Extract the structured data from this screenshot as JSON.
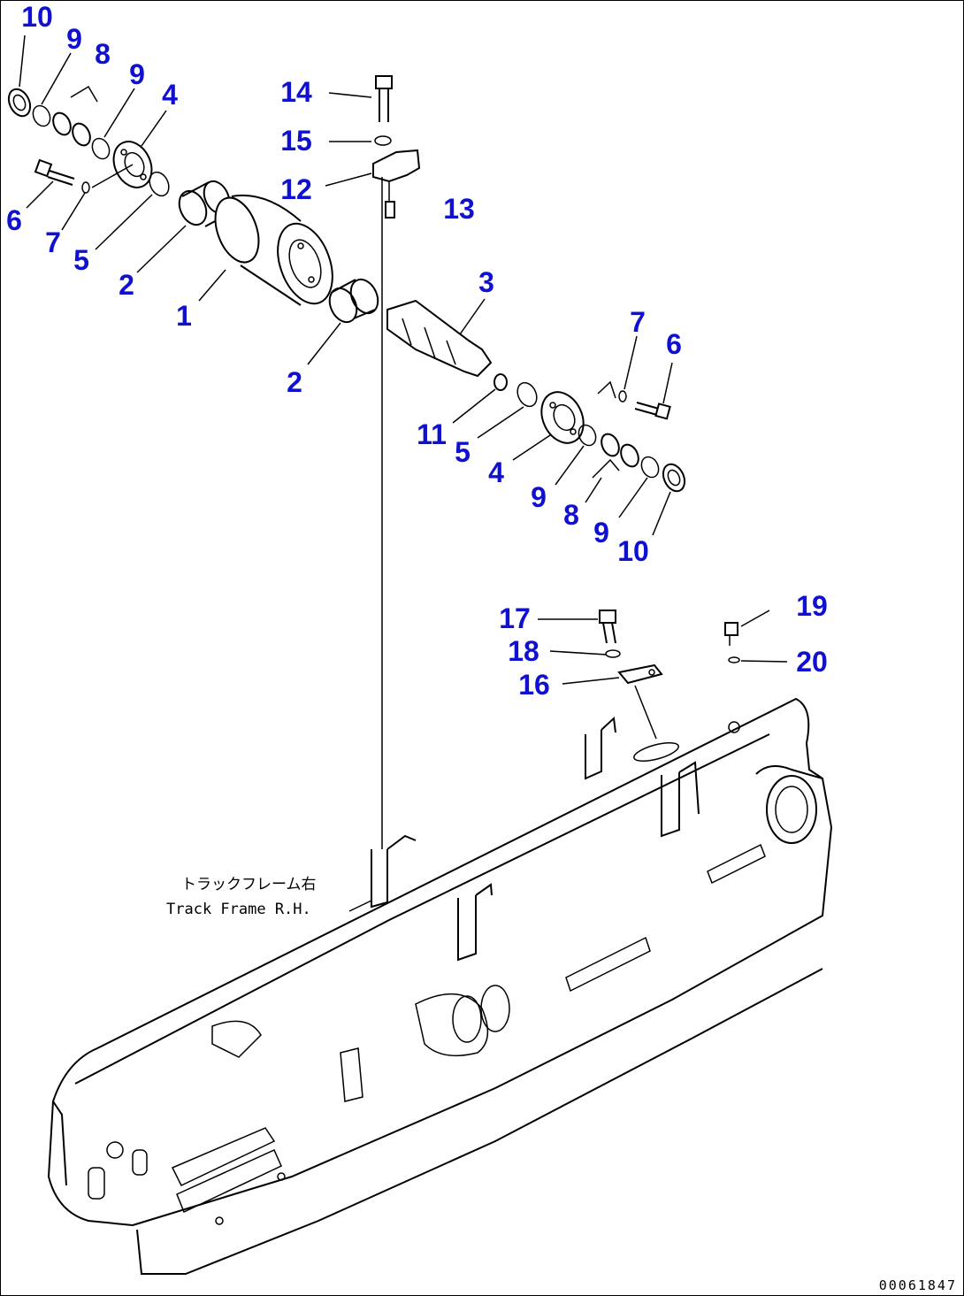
{
  "diagram": {
    "callouts": [
      "1",
      "2",
      "3",
      "4",
      "5",
      "6",
      "7",
      "8",
      "9",
      "10",
      "11",
      "12",
      "13",
      "14",
      "15",
      "16",
      "17",
      "18",
      "19",
      "20"
    ],
    "frame_label_jp": "トラックフレーム右",
    "frame_label_en": "Track Frame R.H.",
    "drawing_number": "00061847",
    "label_color": "#1010d0"
  }
}
